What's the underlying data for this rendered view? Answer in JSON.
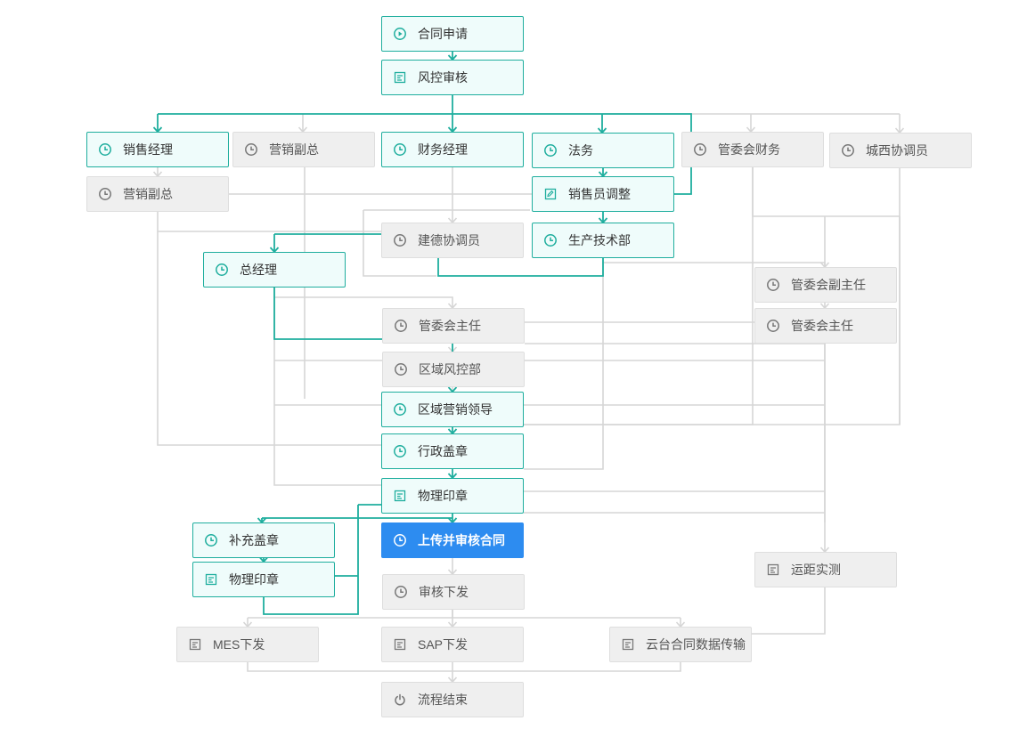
{
  "colors": {
    "done": "#1fae9e",
    "pending": "#d6d6d6",
    "current": "#2d8cf0"
  },
  "nodes": [
    {
      "id": "n_start",
      "label": "合同申请",
      "status": "done",
      "icon": "play-circle-icon"
    },
    {
      "id": "n_risk",
      "label": "风控审核",
      "status": "done",
      "icon": "form-icon"
    },
    {
      "id": "n_sm",
      "label": "销售经理",
      "status": "done",
      "icon": "clock-icon"
    },
    {
      "id": "n_yxfz1",
      "label": "营销副总",
      "status": "pending",
      "icon": "clock-icon"
    },
    {
      "id": "n_cw",
      "label": "财务经理",
      "status": "done",
      "icon": "clock-icon"
    },
    {
      "id": "n_fw",
      "label": "法务",
      "status": "done",
      "icon": "clock-icon"
    },
    {
      "id": "n_gwcw",
      "label": "管委会财务",
      "status": "pending",
      "icon": "clock-icon"
    },
    {
      "id": "n_cx",
      "label": "城西协调员",
      "status": "pending",
      "icon": "clock-icon"
    },
    {
      "id": "n_yxfz2",
      "label": "营销副总",
      "status": "pending",
      "icon": "clock-icon"
    },
    {
      "id": "n_xsy",
      "label": "销售员调整",
      "status": "done",
      "icon": "edit-icon"
    },
    {
      "id": "n_jd",
      "label": "建德协调员",
      "status": "pending",
      "icon": "clock-icon"
    },
    {
      "id": "n_sc",
      "label": "生产技术部",
      "status": "done",
      "icon": "clock-icon"
    },
    {
      "id": "n_zjl",
      "label": "总经理",
      "status": "done",
      "icon": "clock-icon"
    },
    {
      "id": "n_gwfzr",
      "label": "管委会副主任",
      "status": "pending",
      "icon": "clock-icon"
    },
    {
      "id": "n_gwzr1",
      "label": "管委会主任",
      "status": "pending",
      "icon": "clock-icon"
    },
    {
      "id": "n_gwzr2",
      "label": "管委会主任",
      "status": "pending",
      "icon": "clock-icon"
    },
    {
      "id": "n_qyfk",
      "label": "区域风控部",
      "status": "pending",
      "icon": "clock-icon"
    },
    {
      "id": "n_qyyx",
      "label": "区域营销领导",
      "status": "done",
      "icon": "clock-icon"
    },
    {
      "id": "n_xzgz",
      "label": "行政盖章",
      "status": "done",
      "icon": "clock-icon"
    },
    {
      "id": "n_wlyz1",
      "label": "物理印章",
      "status": "done",
      "icon": "form-icon"
    },
    {
      "id": "n_bcgz",
      "label": "补充盖章",
      "status": "done",
      "icon": "clock-icon"
    },
    {
      "id": "n_upload",
      "label": "上传并审核合同",
      "status": "current",
      "icon": "clock-icon"
    },
    {
      "id": "n_wlyz2",
      "label": "物理印章",
      "status": "done",
      "icon": "form-icon"
    },
    {
      "id": "n_shxf",
      "label": "审核下发",
      "status": "pending",
      "icon": "clock-icon"
    },
    {
      "id": "n_yjsc",
      "label": "运距实测",
      "status": "pending",
      "icon": "form-icon"
    },
    {
      "id": "n_mes",
      "label": "MES下发",
      "status": "pending",
      "icon": "form-icon"
    },
    {
      "id": "n_sap",
      "label": "SAP下发",
      "status": "pending",
      "icon": "form-icon"
    },
    {
      "id": "n_yt",
      "label": "云台合同数据传输",
      "status": "pending",
      "icon": "form-icon"
    },
    {
      "id": "n_end",
      "label": "流程结束",
      "status": "pending",
      "icon": "power-icon"
    }
  ]
}
